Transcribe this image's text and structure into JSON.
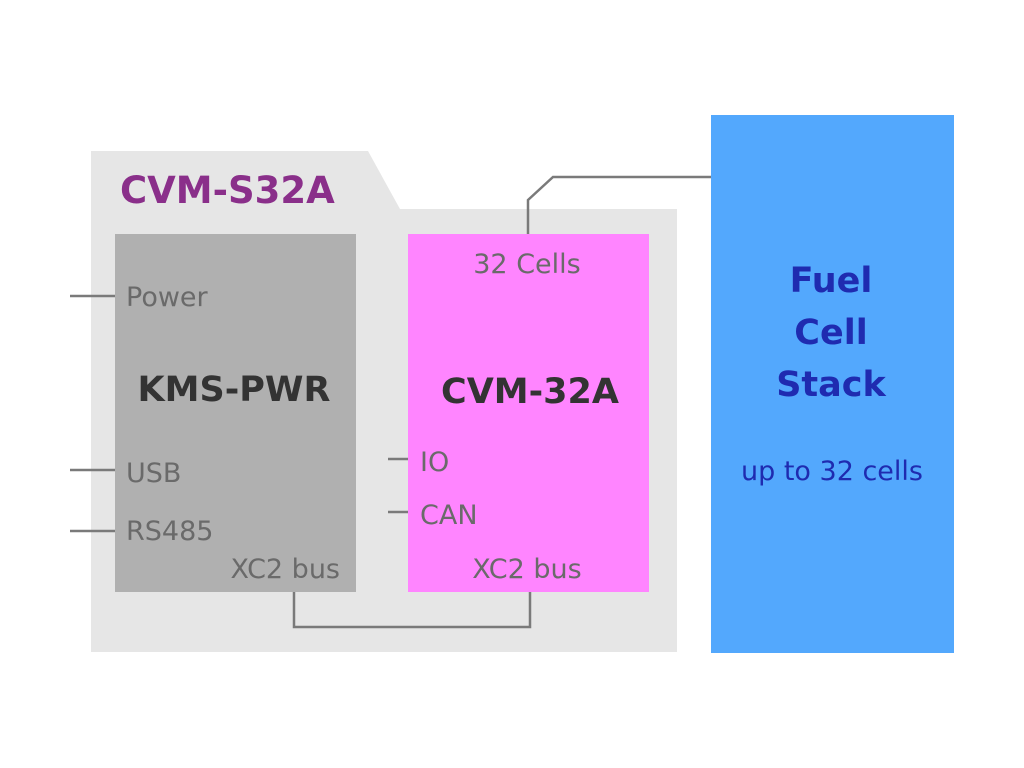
{
  "enclosure": {
    "title": "CVM-S32A"
  },
  "kms_pwr": {
    "title": "KMS-PWR",
    "ports": {
      "power": "Power",
      "usb": "USB",
      "rs485": "RS485",
      "bus": "XC2 bus"
    }
  },
  "cvm_32a": {
    "title": "CVM-32A",
    "ports": {
      "cells": "32 Cells",
      "io": "IO",
      "can": "CAN",
      "bus": "XC2 bus"
    }
  },
  "fuel_cell": {
    "title_lines": [
      "Fuel",
      "Cell",
      "Stack"
    ],
    "subtitle": "up to 32 cells"
  },
  "colors": {
    "enclosure_fill": "#e6e6e6",
    "enclosure_title": "#8a2f8a",
    "kms_fill": "#b0b0b0",
    "cvm_fill": "#ff85ff",
    "stack_fill": "#53a8fd",
    "stack_text": "#1f2bb0",
    "line": "#7a7a7a",
    "port_text": "#6a6a6a",
    "module_title": "#333333"
  }
}
